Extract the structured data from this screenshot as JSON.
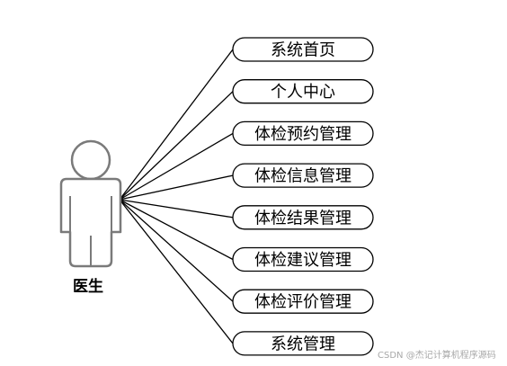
{
  "actor": {
    "label": "医生",
    "icon": "person-icon"
  },
  "use_cases": [
    {
      "label": "系统首页"
    },
    {
      "label": "个人中心"
    },
    {
      "label": "体检预约管理"
    },
    {
      "label": "体检信息管理"
    },
    {
      "label": "体检结果管理"
    },
    {
      "label": "体检建议管理"
    },
    {
      "label": "体检评价管理"
    },
    {
      "label": "系统管理"
    }
  ],
  "watermark": {
    "text": "CSDN @杰记计算机程序源码"
  },
  "colors": {
    "stroke": "#000000",
    "actor_fill": "#ffffff",
    "actor_stroke": "#7a7a7a",
    "watermark": "#a8a8a8"
  }
}
